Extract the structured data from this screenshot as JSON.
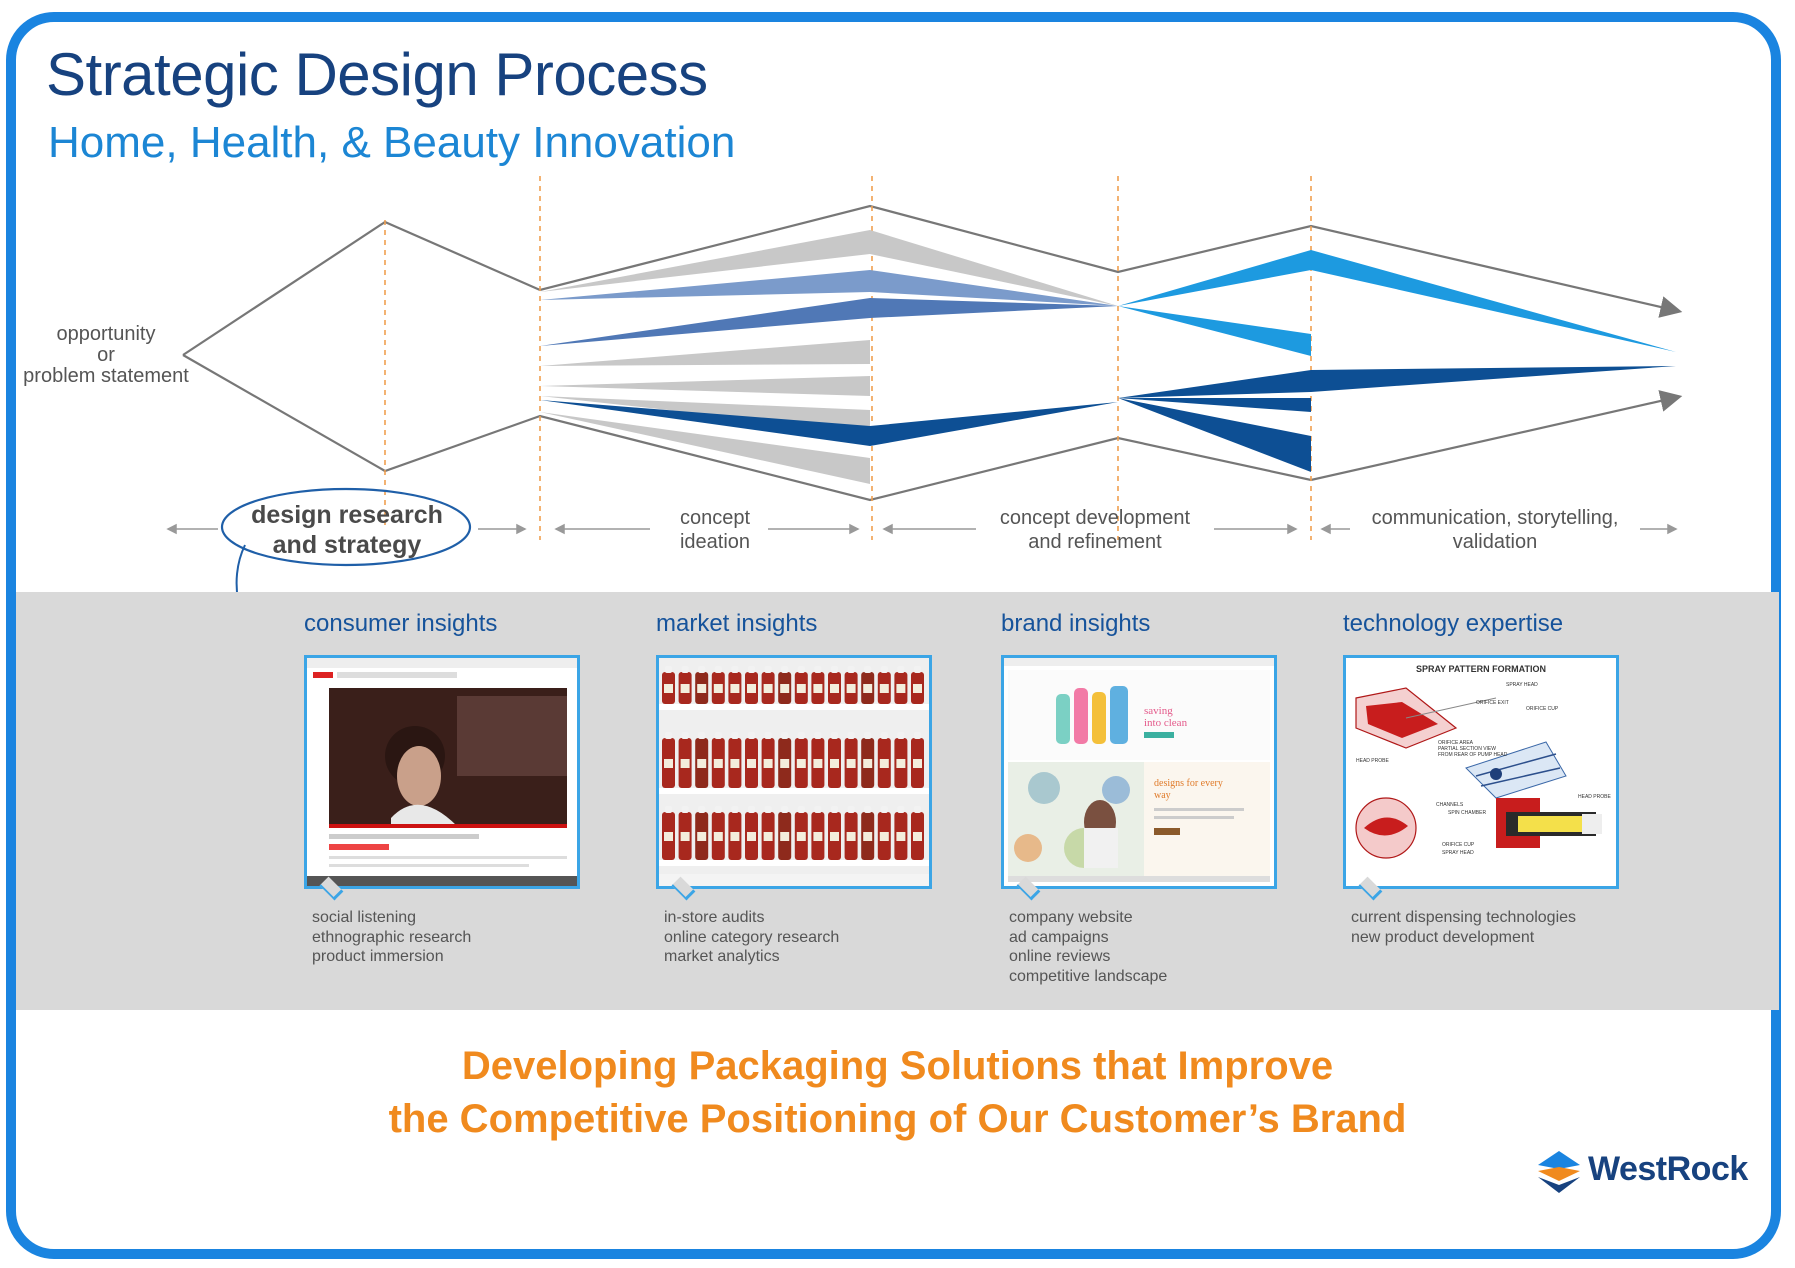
{
  "header": {
    "title": "Strategic Design Process",
    "subtitle": "Home, Health, & Beauty Innovation"
  },
  "process": {
    "origin_lines": [
      "opportunity",
      "or",
      "problem statement"
    ],
    "stages": [
      {
        "lines": [
          "design research",
          "and strategy"
        ],
        "highlighted": true
      },
      {
        "lines": [
          "concept",
          "ideation"
        ],
        "highlighted": false
      },
      {
        "lines": [
          "concept development",
          "and refinement"
        ],
        "highlighted": false
      },
      {
        "lines": [
          "communication, storytelling,",
          "validation"
        ],
        "highlighted": false
      }
    ]
  },
  "insights": [
    {
      "title": "consumer insights",
      "image": "youtube-video-screenshot",
      "bullets": [
        "social listening",
        "ethnographic research",
        "product immersion"
      ]
    },
    {
      "title": "market insights",
      "image": "store-shelf-ketchup-photo",
      "bullets": [
        "in-store audits",
        "online category research",
        "market analytics"
      ]
    },
    {
      "title": "brand insights",
      "image": "brand-website-screenshot",
      "brand_texts": [
        "saving",
        "into clean",
        "designs for every",
        "way"
      ],
      "bullets": [
        "company website",
        "ad campaigns",
        "online reviews",
        "competitive landscape"
      ]
    },
    {
      "title": "technology expertise",
      "image": "spray-pattern-diagram",
      "diagram_title": "SPRAY PATTERN FORMATION",
      "diagram_labels": [
        "SPRAY HEAD",
        "ORIFICE EXIT",
        "ORIFICE CUP",
        "ORIFICE AREA",
        "PARTIAL SECTION VIEW",
        "FROM REAR OF PUMP HEAD",
        "HEAD PROBE",
        "CHANNELS",
        "SPIN CHAMBER",
        "ORIFICE CUP",
        "SPRAY HEAD",
        "HEAD PROBE"
      ],
      "bullets": [
        "current dispensing technologies",
        "new product development"
      ]
    }
  ],
  "tagline": {
    "line1": "Developing Packaging Solutions that Improve",
    "line2": "the Competitive Positioning of Our Customer’s Brand"
  },
  "brand": {
    "name": "WestRock"
  },
  "colors": {
    "frame": "#1a84e0",
    "title": "#17427f",
    "subtitle": "#1c86d4",
    "tagline": "#f08a1e",
    "band": "#d9d9d9",
    "fan_gray": "#c8c8c8",
    "fan_steel": "#5f86c0",
    "fan_navy": "#0d4f94",
    "fan_cyan": "#1d9ae0"
  }
}
